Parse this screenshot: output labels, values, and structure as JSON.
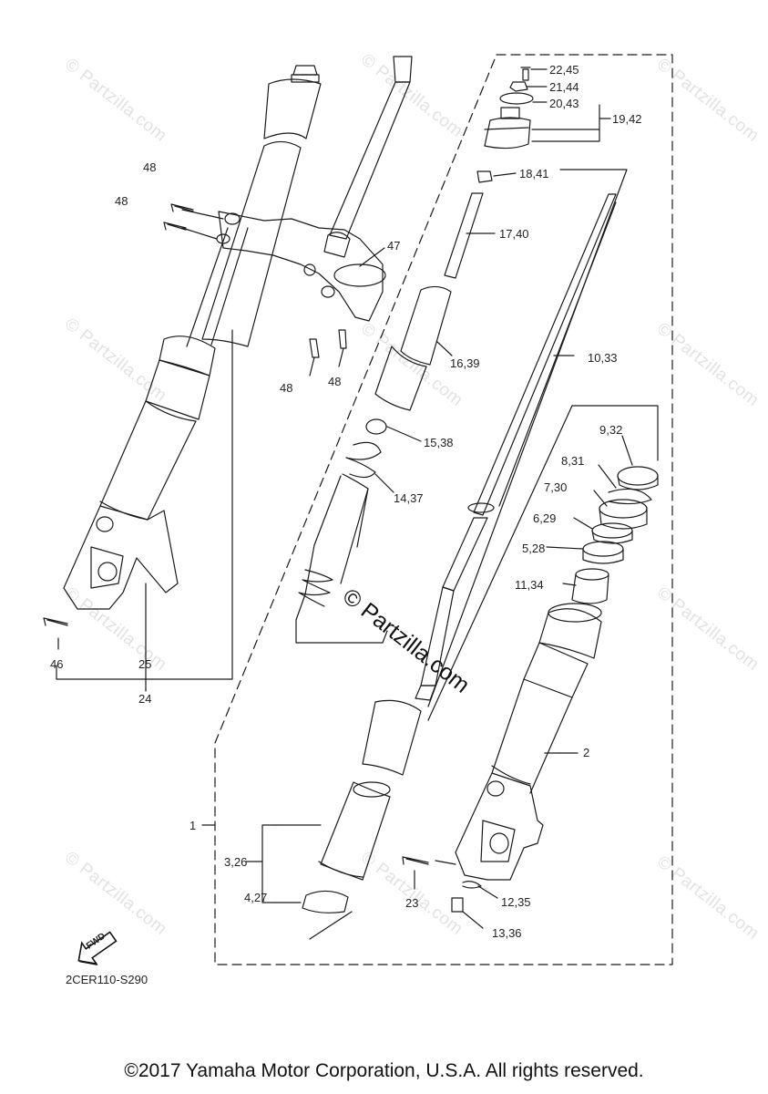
{
  "watermark": "© Partzilla.com",
  "center_watermark": "© Partzilla.com",
  "diagram_code": "2CER110-S290",
  "fwd_label": "FWD",
  "copyright": "©2017 Yamaha Motor Corporation, U.S.A. All rights reserved.",
  "callouts": {
    "c1": "1",
    "c2": "2",
    "c3_26": "3,26",
    "c4_27": "4,27",
    "c5_28": "5,28",
    "c6_29": "6,29",
    "c7_30": "7,30",
    "c8_31": "8,31",
    "c9_32": "9,32",
    "c10_33": "10,33",
    "c11_34": "11,34",
    "c12_35": "12,35",
    "c13_36": "13,36",
    "c14_37": "14,37",
    "c15_38": "15,38",
    "c16_39": "16,39",
    "c17_40": "17,40",
    "c18_41": "18,41",
    "c19_42": "19,42",
    "c20_43": "20,43",
    "c21_44": "21,44",
    "c22_45": "22,45",
    "c23": "23",
    "c24": "24",
    "c25": "25",
    "c46": "46",
    "c47": "47",
    "c48a": "48",
    "c48b": "48",
    "c48c": "48",
    "c48d": "48"
  }
}
